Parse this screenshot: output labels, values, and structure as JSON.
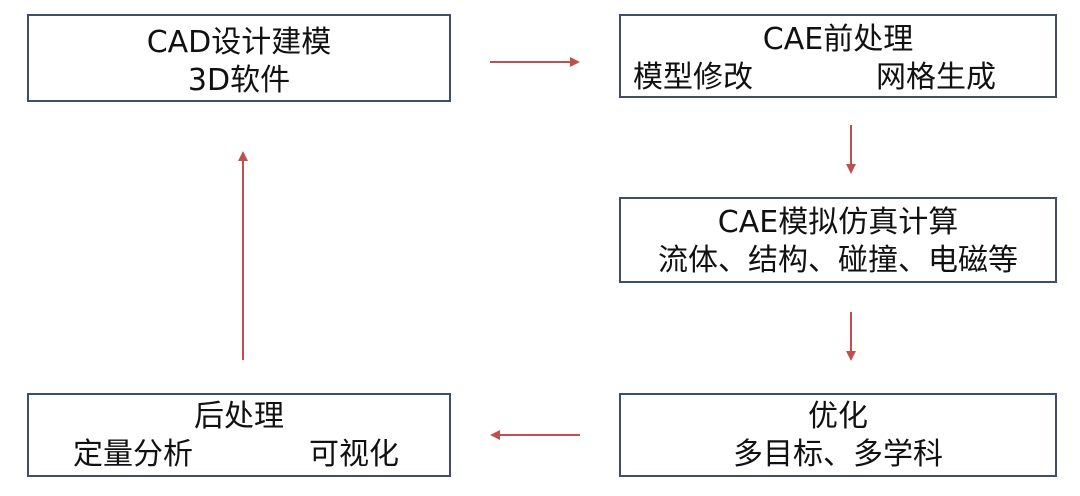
{
  "diagram": {
    "accent_color": "#c0504d",
    "border_color": "#3f4d6b",
    "boxes": {
      "cad": {
        "line1": "CAD设计建模",
        "line2": "3D软件"
      },
      "pre": {
        "title": "CAE前处理",
        "left": "模型修改",
        "right": "网格生成"
      },
      "sim": {
        "line1": "CAE模拟仿真计算",
        "line2": "流体、结构、碰撞、电磁等"
      },
      "opt": {
        "line1": "优化",
        "line2": "多目标、多学科"
      },
      "post": {
        "title": "后处理",
        "left": "定量分析",
        "right": "可视化"
      }
    }
  }
}
